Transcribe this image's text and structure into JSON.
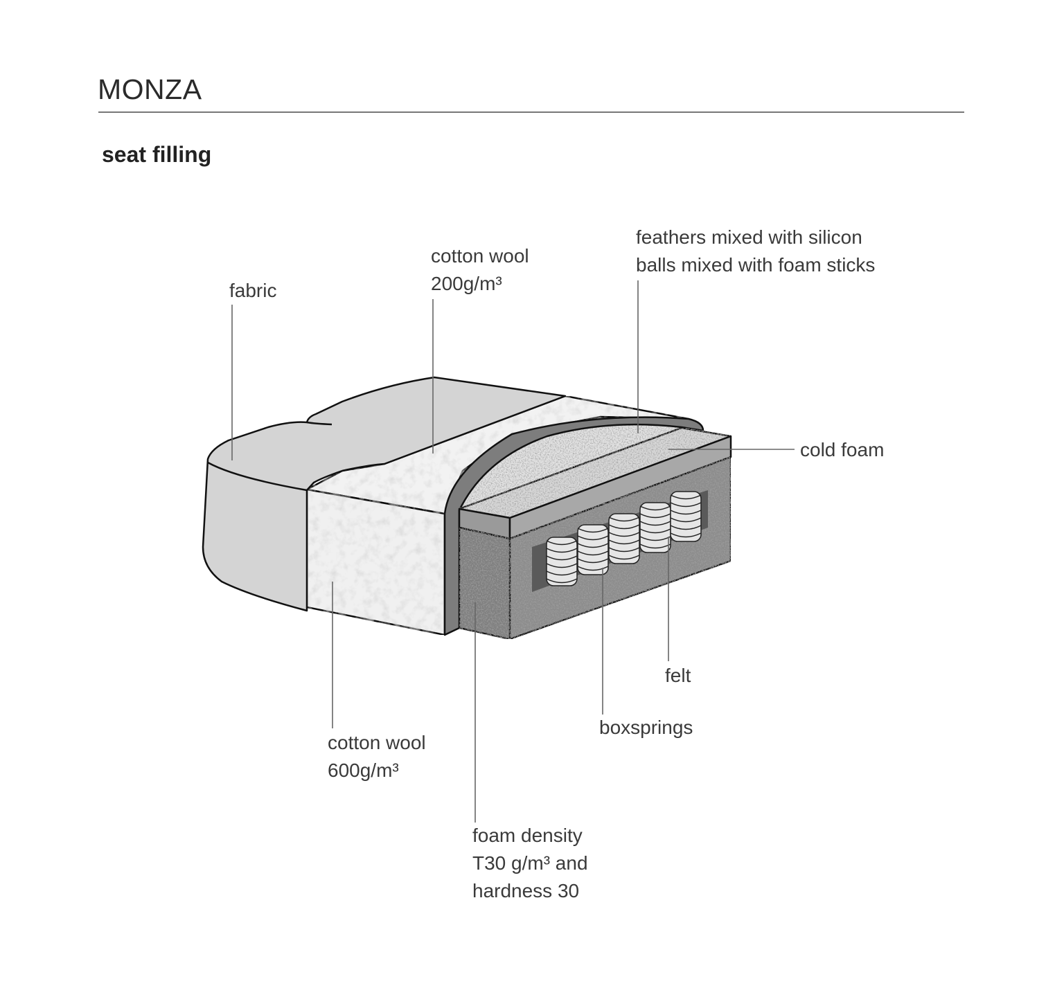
{
  "header": {
    "title": "MONZA",
    "subtitle": "seat filling"
  },
  "labels": {
    "fabric": "fabric",
    "cotton_wool_top": [
      "cotton wool",
      "200g/m³"
    ],
    "feathers": [
      "feathers mixed with silicon",
      "balls mixed with foam sticks"
    ],
    "cold_foam": "cold foam",
    "felt": "felt",
    "boxsprings": "boxsprings",
    "cotton_wool_side": [
      "cotton wool",
      "600g/m³"
    ],
    "foam_density": [
      "foam density",
      "T30 g/m³ and",
      "hardness 30"
    ]
  },
  "colors": {
    "fabric": "#d4d4d4",
    "cotton": "#f2f2f2",
    "foam": "#8a8a8a",
    "band": "#7a7a7a",
    "text": "#3a3a3a"
  }
}
